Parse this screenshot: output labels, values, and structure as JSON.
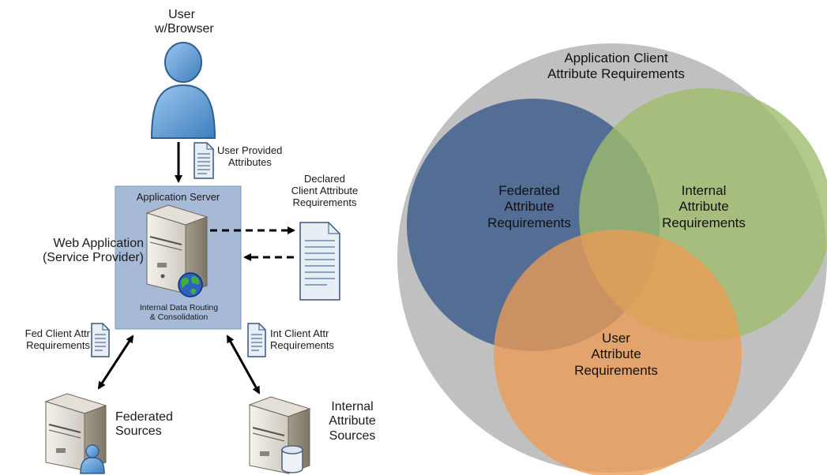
{
  "left_diagram": {
    "user": {
      "line1": "User",
      "line2": "w/Browser"
    },
    "user_provided_attributes": {
      "line1": "User Provided",
      "line2": "Attributes"
    },
    "app_server": {
      "title": "Application Server",
      "routing_line1": "Internal Data Routing",
      "routing_line2": "& Consolidation"
    },
    "declared": {
      "line1": "Declared",
      "line2": "Client Attribute",
      "line3": "Requirements"
    },
    "web_app": {
      "line1": "Web Application",
      "line2": "(Service Provider)"
    },
    "fed_client": {
      "line1": "Fed Client Attr",
      "line2": "Requirements"
    },
    "int_client": {
      "line1": "Int Client Attr",
      "line2": "Requirements"
    },
    "federated_sources": {
      "line1": "Federated",
      "line2": "Sources"
    },
    "internal_sources": {
      "line1": "Internal",
      "line2": "Attribute",
      "line3": "Sources"
    }
  },
  "venn": {
    "outer": {
      "line1": "Application Client",
      "line2": "Attribute Requirements",
      "color": "#c0c0c0"
    },
    "federated": {
      "line1": "Federated",
      "line2": "Attribute",
      "line3": "Requirements",
      "color": "#4a6690"
    },
    "internal": {
      "line1": "Internal",
      "line2": "Attribute",
      "line3": "Requirements",
      "color": "#9fbc6b"
    },
    "user": {
      "line1": "User",
      "line2": "Attribute",
      "line3": "Requirements",
      "color": "#ec9b55"
    }
  },
  "colors": {
    "server_box": "#a6b9d6",
    "server_box_border": "#7f96bd",
    "user_icon": "#5b97d1"
  }
}
